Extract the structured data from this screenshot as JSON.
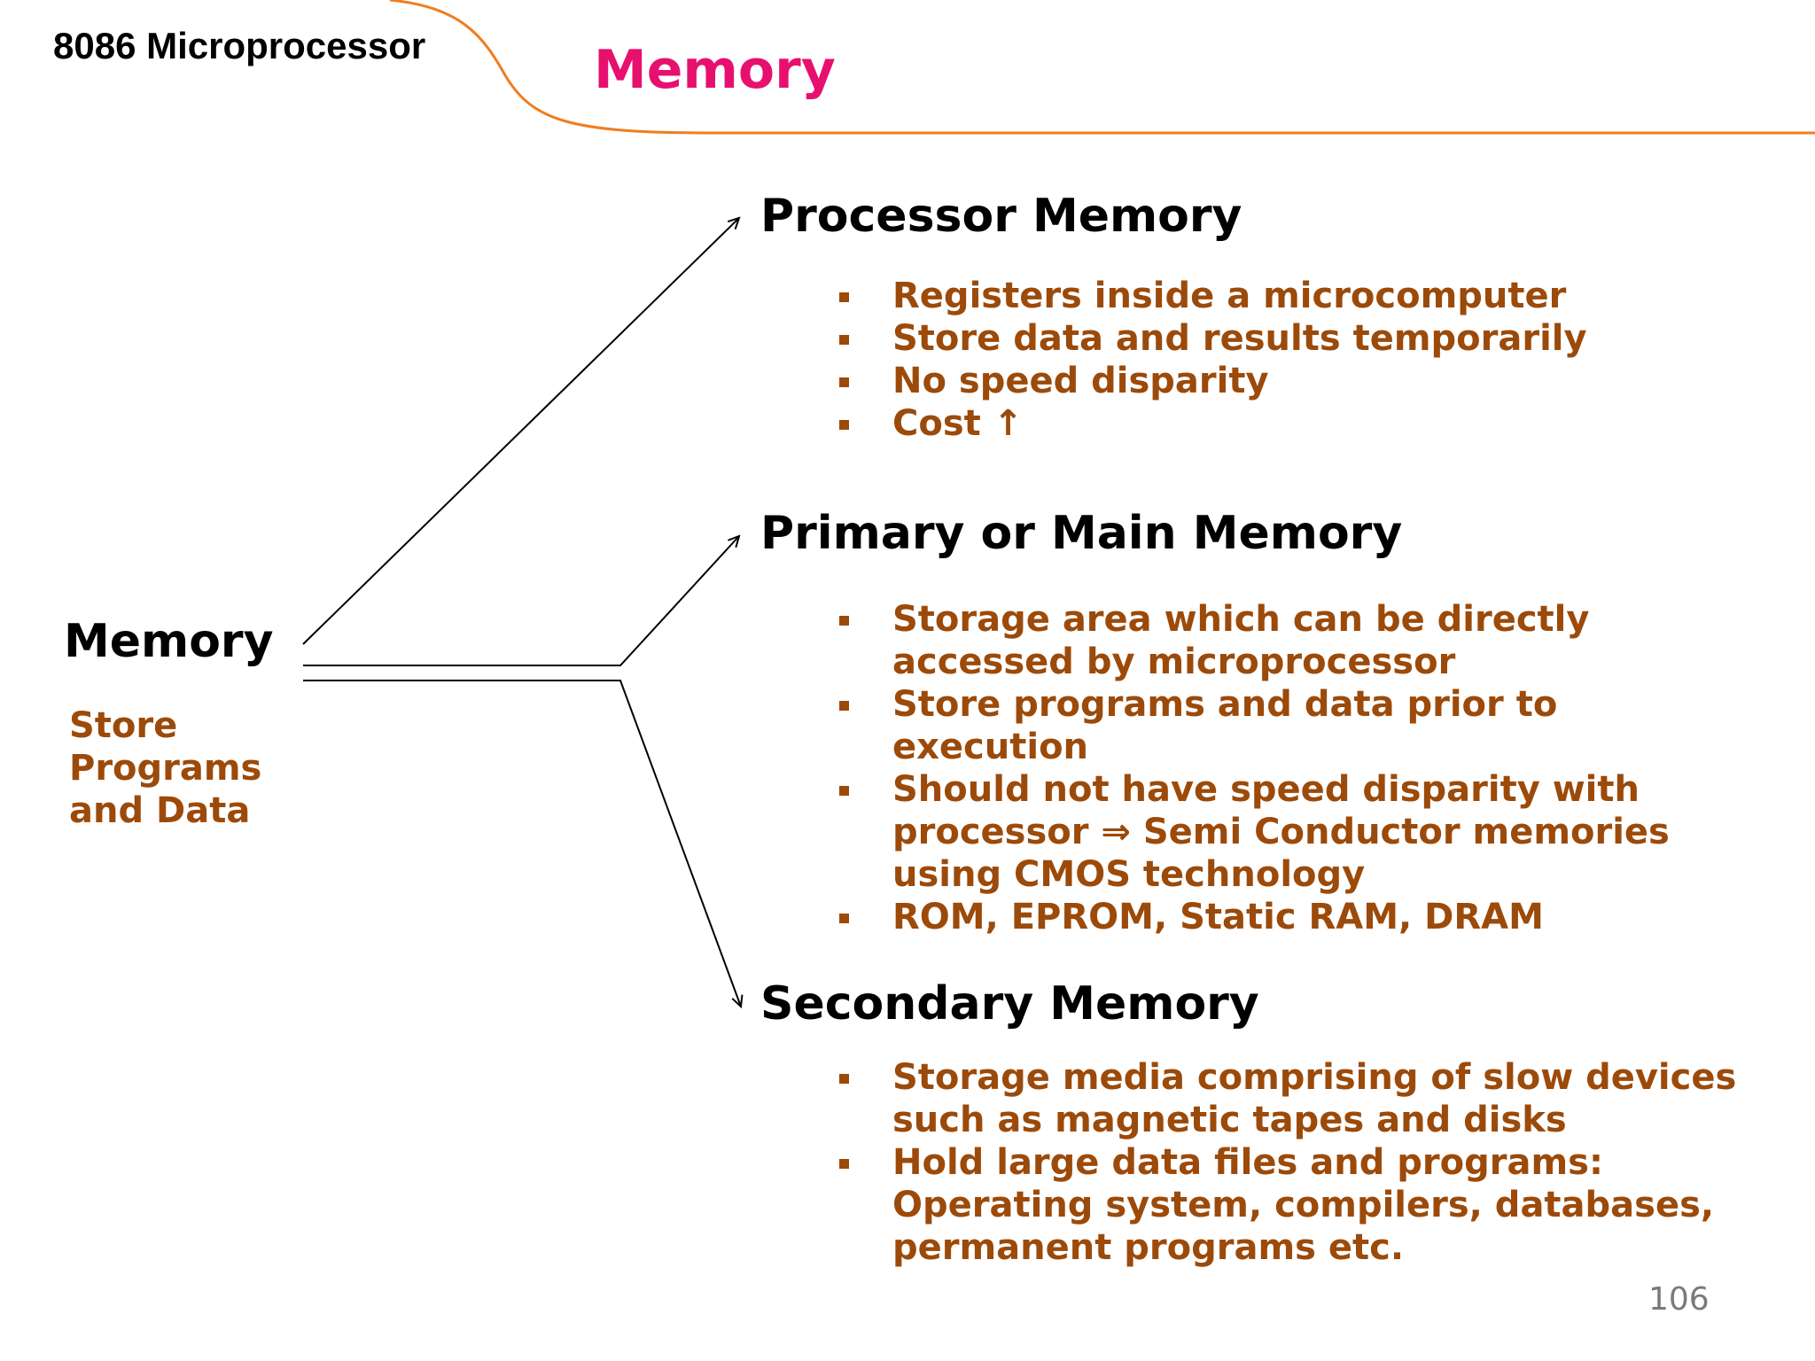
{
  "header": {
    "course_title": "8086 Microprocessor",
    "slide_title": "Memory"
  },
  "root": {
    "label": "Memory",
    "description": [
      "Store",
      "Programs",
      "and Data"
    ]
  },
  "branches": [
    {
      "heading": "Processor Memory",
      "bullets": [
        "Registers inside a microcomputer",
        "Store data and results temporarily",
        "No speed disparity",
        "Cost ↑"
      ]
    },
    {
      "heading": "Primary or Main Memory",
      "bullets": [
        "Storage area which can be directly accessed by microprocessor",
        "Store programs and data prior to execution",
        "Should not have speed disparity with processor ⇒ Semi Conductor memories using CMOS technology",
        "ROM, EPROM, Static RAM, DRAM"
      ]
    },
    {
      "heading": "Secondary Memory",
      "bullets": [
        "Storage media comprising of slow devices such as magnetic tapes and disks",
        "Hold large data files and programs: Operating system, compilers, databases, permanent programs etc."
      ]
    }
  ],
  "footer": {
    "page_number": "106"
  },
  "colors": {
    "title": "#e8106e",
    "bullet_text": "#9c4a0a",
    "header_curve": "#f07d1e",
    "heading": "#000000"
  }
}
